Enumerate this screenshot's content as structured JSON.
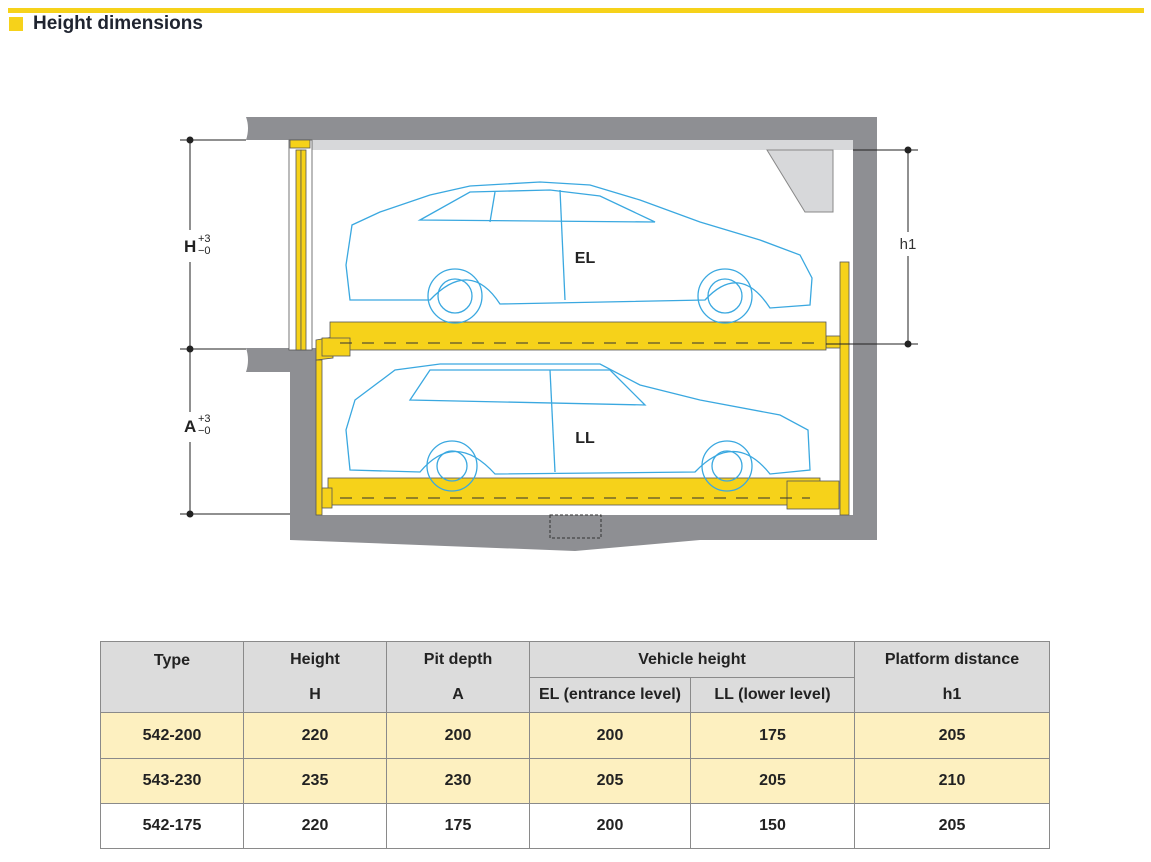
{
  "header": {
    "title": "Height dimensions"
  },
  "diagram": {
    "labels": {
      "H": "H",
      "A": "A",
      "tol_plus": "+3",
      "tol_minus": "−0",
      "h1": "h1",
      "EL": "EL",
      "LL": "LL"
    }
  },
  "table": {
    "headers": {
      "type": "Type",
      "height": "Height",
      "height_sym": "H",
      "pit": "Pit depth",
      "pit_sym": "A",
      "vehicle": "Vehicle height",
      "el": "EL (entrance level)",
      "ll": "LL (lower level)",
      "platform": "Platform distance",
      "platform_sym": "h1"
    },
    "rows": [
      [
        "542-200",
        "220",
        "200",
        "200",
        "175",
        "205"
      ],
      [
        "543-230",
        "235",
        "230",
        "205",
        "205",
        "210"
      ],
      [
        "542-175",
        "220",
        "175",
        "200",
        "150",
        "205"
      ]
    ]
  },
  "colors": {
    "accent": "#f6d21a",
    "highlight_row": "#fdf0c0",
    "header_bg": "#dcdcdc",
    "concrete": "#8e8f93",
    "car_line": "#3aa8e0"
  }
}
